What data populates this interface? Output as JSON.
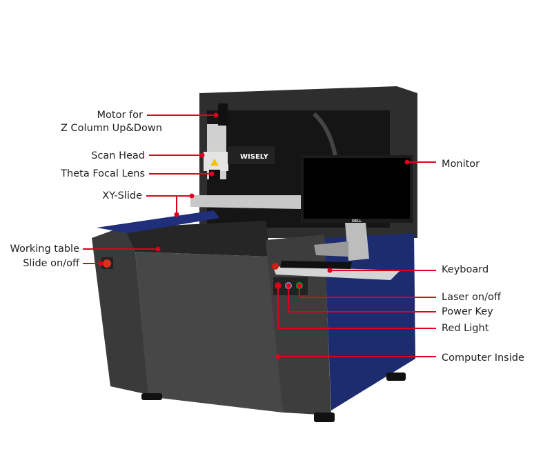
{
  "colors": {
    "leader": "#e0001b",
    "body": "#3c3c3c",
    "rail": "#1f2f7c"
  },
  "machine": {
    "brand": "WISELY",
    "monitor_brand": "DELL"
  },
  "labels": {
    "motor_line1": "Motor for",
    "motor_line2": "Z Column Up&Down",
    "scan_head": "Scan Head",
    "theta_lens": "Theta Focal Lens",
    "xy_slide": "XY-Slide",
    "working_table": "Working table",
    "slide_onoff": "Slide on/off",
    "monitor": "Monitor",
    "keyboard": "Keyboard",
    "laser_onoff": "Laser on/off",
    "power_key": "Power Key",
    "red_light": "Red Light",
    "computer_inside": "Computer Inside"
  }
}
